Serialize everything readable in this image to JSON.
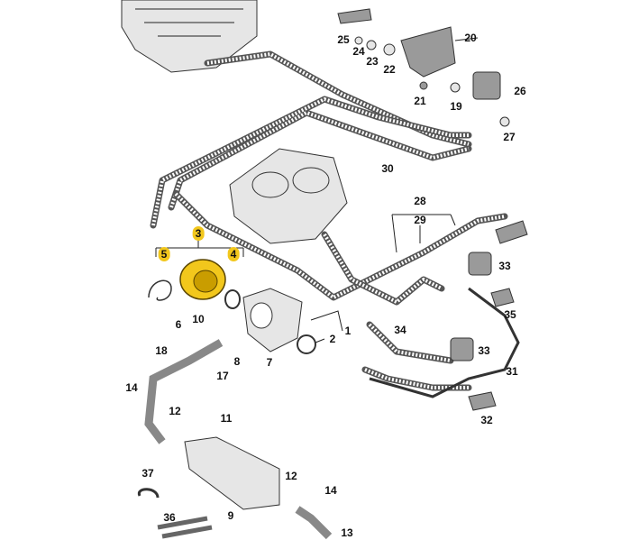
{
  "diagram": {
    "highlight_color": "#f2c71c",
    "highlighted_part": "3",
    "labels": [
      "25",
      "20",
      "24",
      "23",
      "22",
      "26",
      "21",
      "19",
      "27",
      "30",
      "28",
      "29",
      "3",
      "5",
      "4",
      "33",
      "6",
      "10",
      "35",
      "1",
      "2",
      "34",
      "33",
      "18",
      "17",
      "8",
      "7",
      "31",
      "14",
      "12",
      "11",
      "32",
      "37",
      "12",
      "14",
      "9",
      "36",
      "13"
    ]
  }
}
